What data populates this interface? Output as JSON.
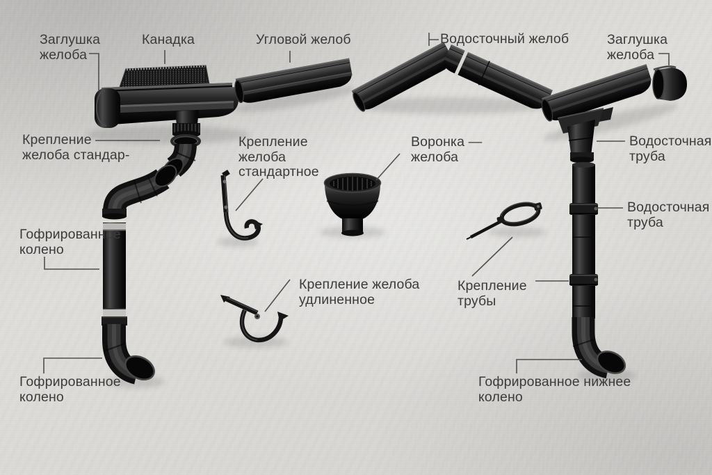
{
  "palette": {
    "background": "#dbdad7",
    "part_dark": "#121212",
    "part_mid": "#2e2e2e",
    "part_highlight": "#555555",
    "label_text": "#3b3b3b",
    "leader_line": "#4f4f4f"
  },
  "labels": {
    "end_cap_top_left": {
      "line1": "Заглушка",
      "line2": "желоба"
    },
    "kanadka": {
      "line1": "Канадка"
    },
    "corner_gutter": {
      "line1": "Угловой желоб"
    },
    "drain_gutter": {
      "line1": "Водосточный желоб"
    },
    "end_cap_top_right": {
      "line1": "Заглушка",
      "line2": "желоба"
    },
    "gutter_bracket_std_left": {
      "line1": "Крепление",
      "line2": "желоба стандар-"
    },
    "gutter_bracket_std_mid": {
      "line1": "Крепление",
      "line2": "желоба",
      "line3": "стандартное"
    },
    "gutter_funnel": {
      "line1": "Воронка —",
      "line2": "желоба"
    },
    "downpipe_upper": {
      "line1": "Водосточная",
      "line2": "труба"
    },
    "downpipe_lower": {
      "line1": "Водосточная",
      "line2": "труба"
    },
    "corrugated_elbow_mid": {
      "line1": "Гофрированное",
      "line2": "колено"
    },
    "gutter_bracket_extended": {
      "line1": "Крепление желоба",
      "line2": "удлиненное"
    },
    "pipe_bracket": {
      "line1": "Крепление",
      "line2": "трубы"
    },
    "corrugated_elbow_bottom_left": {
      "line1": "Гофрированное",
      "line2": "колено"
    },
    "corrugated_lower_elbow": {
      "line1": "Гофрированное нижнее",
      "line2": "колено"
    }
  }
}
